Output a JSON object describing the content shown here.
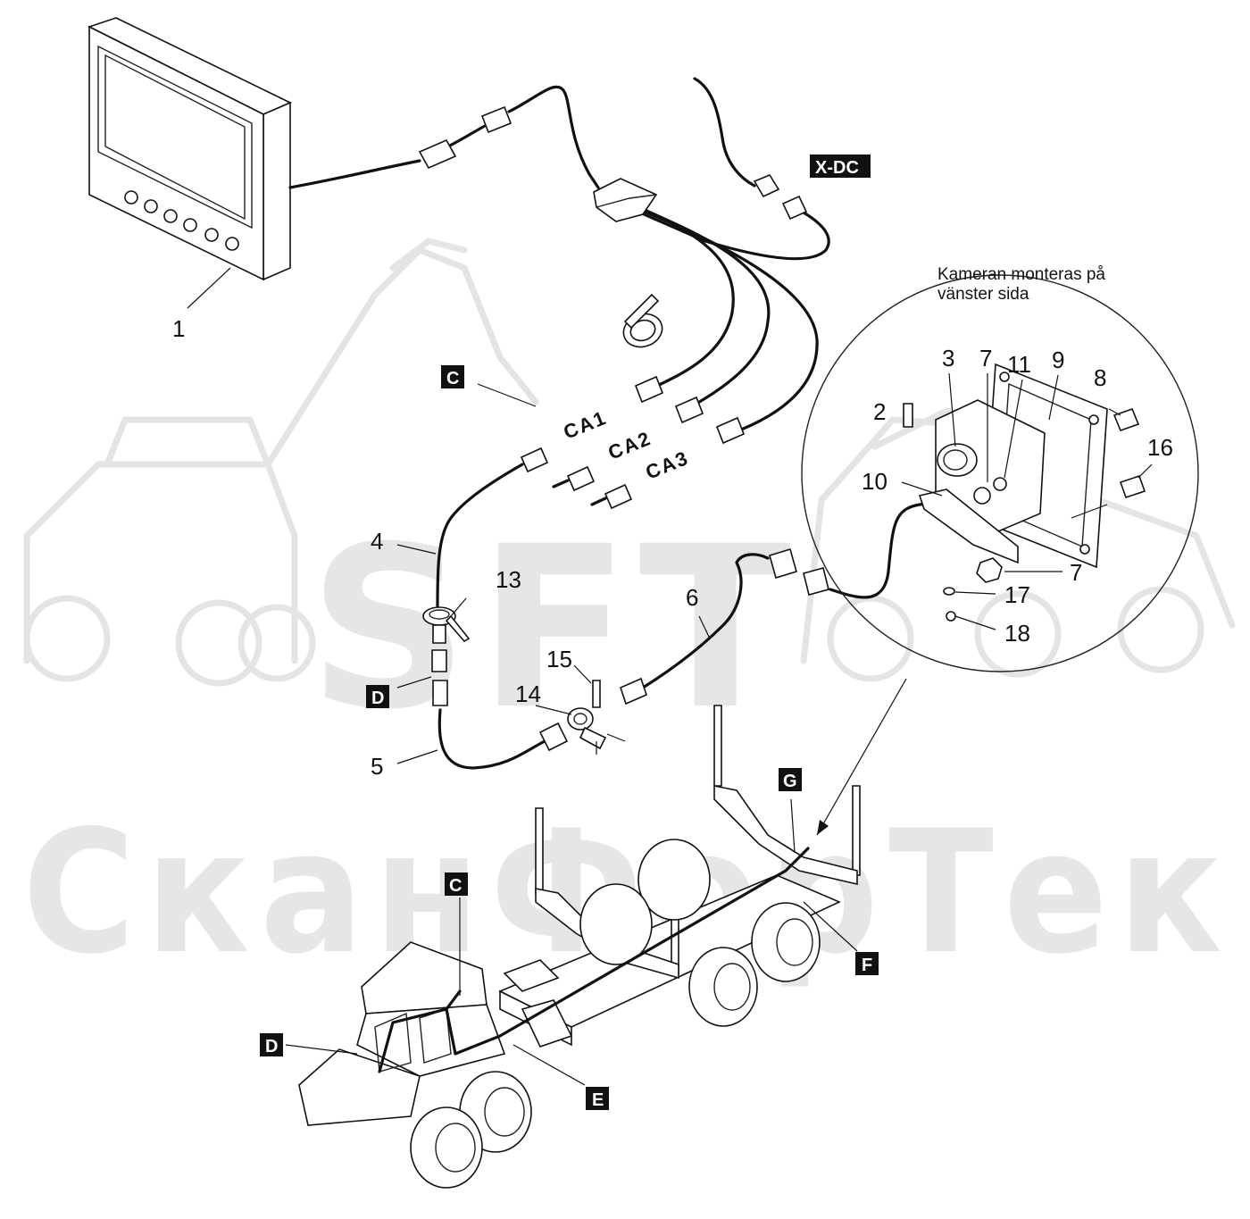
{
  "watermark": {
    "logo_text": "SFT",
    "company_text": "СканФорТек"
  },
  "note": {
    "line1": "Kameran monteras på",
    "line2": "vänster sida"
  },
  "connector_labels": {
    "xdc": "X-DC",
    "ca1": "CA1",
    "ca2": "CA2",
    "ca3": "CA3"
  },
  "callouts": {
    "c1": "1",
    "c2": "2",
    "c3": "3",
    "c4": "4",
    "c5": "5",
    "c6": "6",
    "c7a": "7",
    "c7b": "7",
    "c8": "8",
    "c9": "9",
    "c10": "10",
    "c11": "11",
    "c13": "13",
    "c14": "14",
    "c15": "15",
    "c16": "16",
    "c17": "17",
    "c18": "18"
  },
  "ref_labels": {
    "c_top": "C",
    "d_mid": "D",
    "c_machine": "C",
    "d_machine": "D",
    "e": "E",
    "f": "F",
    "g": "G"
  },
  "colors": {
    "line": "#111111",
    "label_box": "#111111",
    "watermark": "#e6e6e6"
  }
}
